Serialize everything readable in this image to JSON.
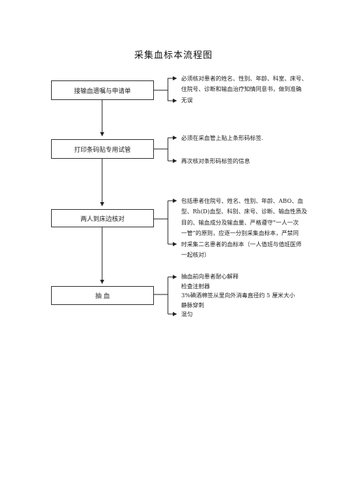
{
  "title": "采集血标本流程图",
  "steps": [
    {
      "label": "接输血遗嘱与申请单"
    },
    {
      "label": "打印条码贴专用试管"
    },
    {
      "label": "两人到床边核对"
    },
    {
      "label": "抽 血"
    }
  ],
  "notes": {
    "step1": [
      "必须核对患者的姓名、性别、年龄、科室、床号、",
      "住院号、诊断和输血治疗知情同意书，做到准确",
      "无误"
    ],
    "step2a": [
      "必须在采血管上贴上条形码标签."
    ],
    "step2b": [
      "再次核对条形码标签的信息"
    ],
    "step3": [
      "包括患者住院号、姓名、性别、年龄、ABO、血",
      "型、Rh(D)血型、科别、床号、诊断、输血性质及",
      "目的、输血成分及输血量、严格遵守“一人一次",
      "一管”的原则，应逐一分别采集血标本，严禁同",
      "时采集二名患者的血标本（一人值班与值班医师",
      "一起核对）"
    ],
    "step4": [
      "抽血前向患者耐心解释",
      "检查注射器",
      "3%碘酒棉签从里向外消毒直径约 5 厘米大小",
      "静脉穿刺",
      "混匀"
    ]
  }
}
